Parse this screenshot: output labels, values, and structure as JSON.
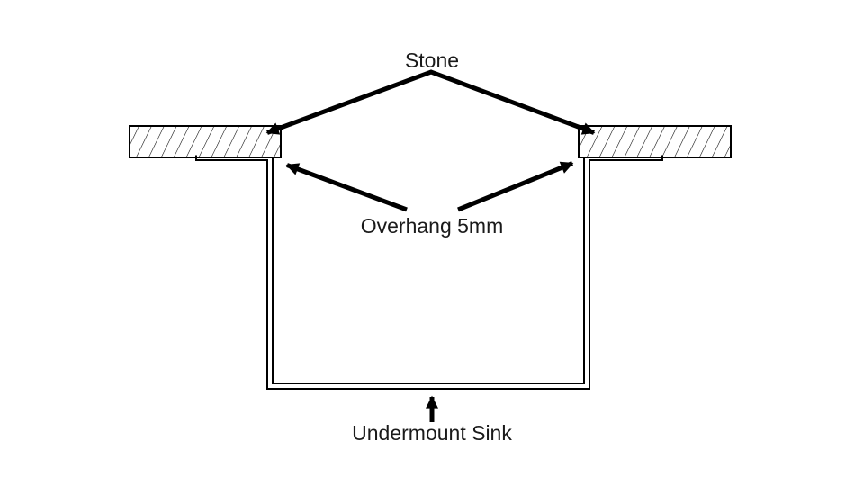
{
  "diagram": {
    "labels": {
      "stone": "Stone",
      "overhang": "Overhang 5mm",
      "sink": "Undermount Sink"
    },
    "colors": {
      "background": "#ffffff",
      "line": "#000000",
      "text": "#1a1a1a"
    }
  }
}
